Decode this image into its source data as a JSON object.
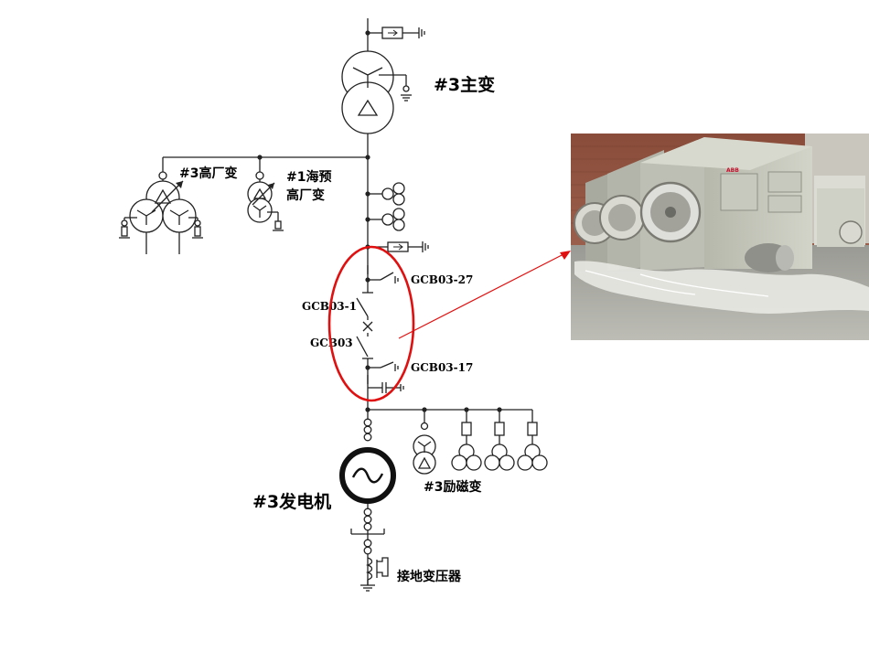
{
  "labels": {
    "main_transformer": "#3主变",
    "high_plant_transformer": "#3高厂变",
    "haiyu_transformer_line1": "#1海预",
    "haiyu_transformer_line2": "高厂变",
    "gcb_ground_switch_upper": "GCB03-27",
    "gcb_disconnector": "GCB03-1",
    "gcb_breaker": "GCB03",
    "gcb_ground_switch_lower": "GCB03-17",
    "generator": "#3发电机",
    "excitation_transformer": "#3励磁变",
    "grounding_transformer": "接地变压器"
  },
  "colors": {
    "line": "#222222",
    "highlight": "#e01010",
    "arrow": "#e01010"
  },
  "photo": {
    "brand_mark": "ABB"
  }
}
